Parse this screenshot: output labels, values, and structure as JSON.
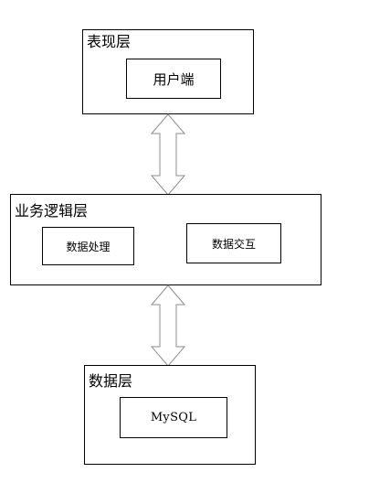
{
  "layers": {
    "presentation": {
      "label": "表现层",
      "component": "用户端"
    },
    "business": {
      "label": "业务逻辑层",
      "components": [
        "数据处理",
        "数据交互"
      ]
    },
    "data": {
      "label": "数据层",
      "component": "MySQL"
    }
  },
  "connections": [
    {
      "from": "presentation",
      "to": "business",
      "type": "bidirectional-arrow"
    },
    {
      "from": "business",
      "to": "data",
      "type": "bidirectional-arrow"
    }
  ],
  "colors": {
    "stroke": "#000000",
    "arrow_stroke": "#8c8c8c",
    "arrow_fill": "#ffffff"
  }
}
